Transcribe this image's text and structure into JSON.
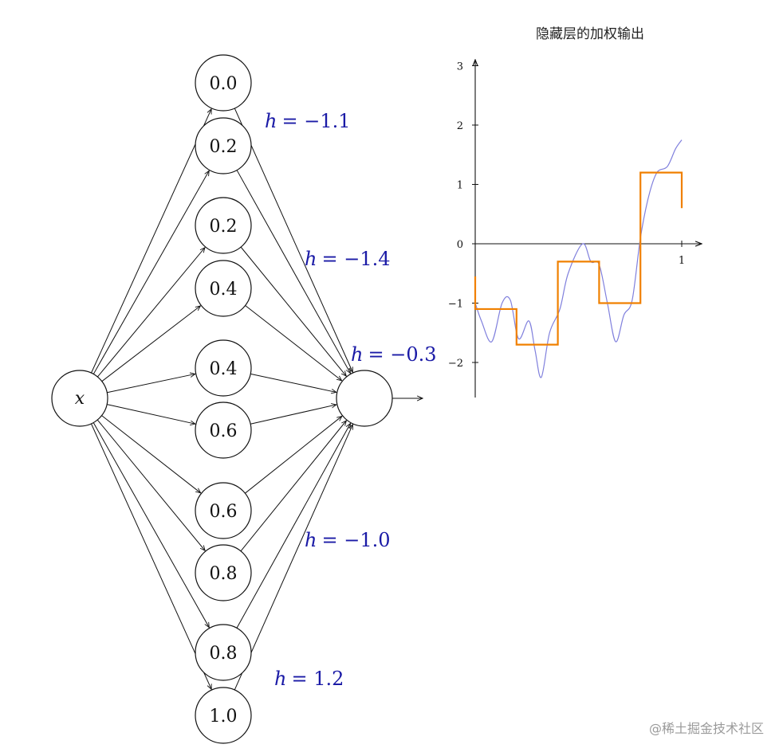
{
  "network": {
    "input_label": "x",
    "hidden_nodes": [
      "0.0",
      "0.2",
      "0.2",
      "0.4",
      "0.4",
      "0.6",
      "0.6",
      "0.8",
      "0.8",
      "1.0"
    ],
    "h_labels": [
      {
        "prefix": "h",
        "value": "= −1.1"
      },
      {
        "prefix": "h",
        "value": "= −1.4"
      },
      {
        "prefix": "h",
        "value": "= −0.3"
      },
      {
        "prefix": "h",
        "value": "= −1.0"
      },
      {
        "prefix": "h",
        "value": "= 1.2"
      }
    ]
  },
  "chart_data": {
    "type": "line",
    "title": "隐藏层的加权输出",
    "xlim": [
      0,
      1.1
    ],
    "ylim": [
      -2.6,
      3.1
    ],
    "x_ticks": [
      "1"
    ],
    "y_ticks": [
      "3",
      "2",
      "1",
      "0",
      "−1",
      "−2"
    ],
    "y_tick_values": [
      3,
      2,
      1,
      0,
      -1,
      -2
    ],
    "series": [
      {
        "color": "#f08000",
        "style": "step",
        "x": [
          0,
          0.2,
          0.4,
          0.6,
          0.8,
          1.0
        ],
        "h": [
          -1.1,
          -1.7,
          -0.3,
          -1.0,
          1.2
        ],
        "start_value": -0.55,
        "end_value": 0.6
      },
      {
        "color": "#8080dd",
        "style": "smooth",
        "x": [
          0,
          0.03,
          0.08,
          0.13,
          0.17,
          0.21,
          0.26,
          0.29,
          0.32,
          0.36,
          0.41,
          0.45,
          0.52,
          0.56,
          0.6,
          0.64,
          0.68,
          0.72,
          0.76,
          0.8,
          0.84,
          0.88,
          0.93,
          0.97,
          1.0
        ],
        "y": [
          -1.0,
          -1.3,
          -1.65,
          -1.0,
          -0.95,
          -1.6,
          -1.3,
          -1.8,
          -2.25,
          -1.5,
          -1.1,
          -0.5,
          0.0,
          -0.3,
          -0.35,
          -1.0,
          -1.65,
          -1.2,
          -0.95,
          0.1,
          0.8,
          1.2,
          1.3,
          1.6,
          1.75
        ]
      }
    ]
  },
  "watermark": "@稀土掘金技术社区"
}
